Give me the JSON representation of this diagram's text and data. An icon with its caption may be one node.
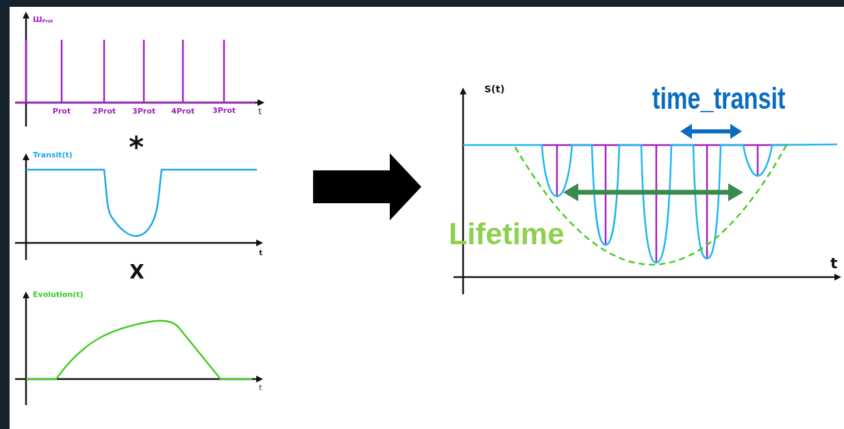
{
  "diagram": {
    "nodes": [
      {
        "text": [
          "Ш$_{Prot}$"
        ]
      },
      {
        "text": [
          "Transit(t)"
        ]
      },
      {
        "text": [
          "Evolution(t)"
        ]
      },
      {
        "text": [
          "S(t)"
        ]
      }
    ],
    "edges": [
      {
        "from": 1,
        "to": 3,
        "arrow": "to",
        "style": "thick"
      }
    ],
    "labels": [
      "Prot",
      "2Prot",
      "3Prot",
      "4Prot",
      "3Prot",
      "t",
      "time_transit",
      "*",
      "Lifetime",
      "t",
      "t",
      "X",
      "t"
    ]
  }
}
